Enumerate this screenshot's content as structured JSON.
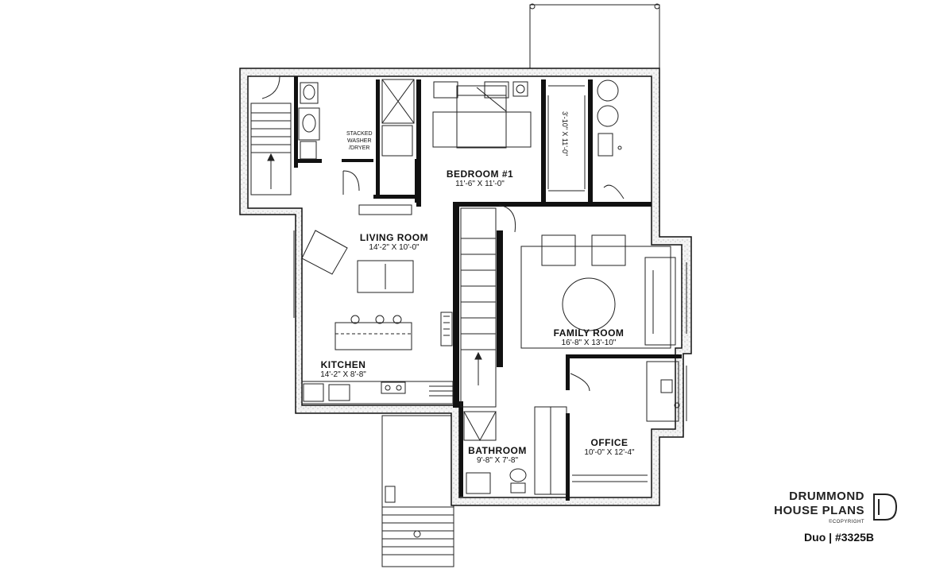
{
  "rooms": {
    "bedroom": {
      "name": "BEDROOM #1",
      "dims": "11'-6\" X 11'-0\""
    },
    "living": {
      "name": "LIVING ROOM",
      "dims": "14'-2\" X 10'-0\""
    },
    "kitchen": {
      "name": "KITCHEN",
      "dims": "14'-2\" X 8'-8\""
    },
    "family": {
      "name": "FAMILY ROOM",
      "dims": "16'-8\" X 13'-10\""
    },
    "bathroom": {
      "name": "BATHROOM",
      "dims": "9'-8\" X 7'-8\""
    },
    "office": {
      "name": "OFFICE",
      "dims": "10'-0\" X 12'-4\""
    }
  },
  "labels": {
    "stacked_line1": "STACKED",
    "stacked_line2": "WASHER",
    "stacked_line3": "/DRYER",
    "closet_dims": "3'-10\" X 11'-0\""
  },
  "brand": {
    "line1": "DRUMMOND",
    "line2": "HOUSE PLANS",
    "copyright": "©COPYRIGHT",
    "plan_id": "Duo | #3325B"
  },
  "colors": {
    "wall": "#111111",
    "wall_fill": "#f4f4f4",
    "background": "#ffffff"
  }
}
